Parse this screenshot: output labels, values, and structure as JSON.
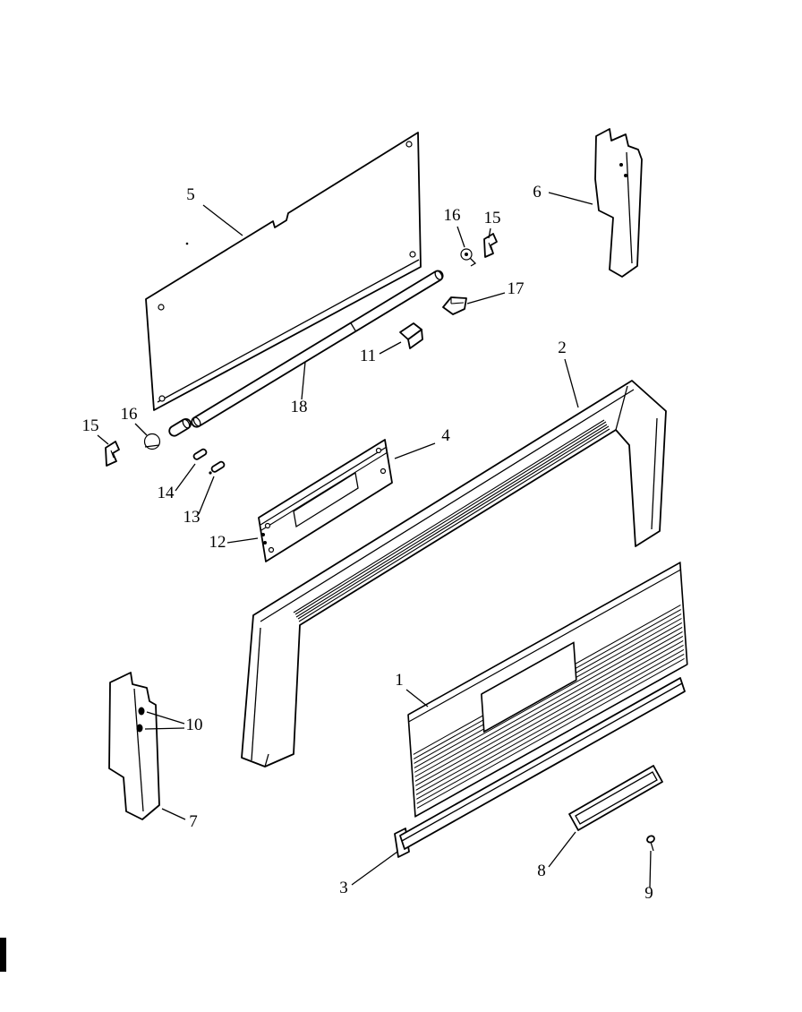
{
  "figure": {
    "type": "exploded-parts-diagram",
    "background": "#ffffff",
    "line_color": "#000000"
  },
  "callouts": [
    {
      "id": "callout-5",
      "label": "5"
    },
    {
      "id": "callout-6",
      "label": "6"
    },
    {
      "id": "callout-16-top",
      "label": "16"
    },
    {
      "id": "callout-15-top",
      "label": "15"
    },
    {
      "id": "callout-17",
      "label": "17"
    },
    {
      "id": "callout-11",
      "label": "11"
    },
    {
      "id": "callout-2",
      "label": "2"
    },
    {
      "id": "callout-18",
      "label": "18"
    },
    {
      "id": "callout-16-left",
      "label": "16"
    },
    {
      "id": "callout-15-left",
      "label": "15"
    },
    {
      "id": "callout-4",
      "label": "4"
    },
    {
      "id": "callout-14",
      "label": "14"
    },
    {
      "id": "callout-13",
      "label": "13"
    },
    {
      "id": "callout-12",
      "label": "12"
    },
    {
      "id": "callout-1",
      "label": "1"
    },
    {
      "id": "callout-10",
      "label": "10"
    },
    {
      "id": "callout-7",
      "label": "7"
    },
    {
      "id": "callout-3",
      "label": "3"
    },
    {
      "id": "callout-8",
      "label": "8"
    },
    {
      "id": "callout-9",
      "label": "9"
    }
  ]
}
